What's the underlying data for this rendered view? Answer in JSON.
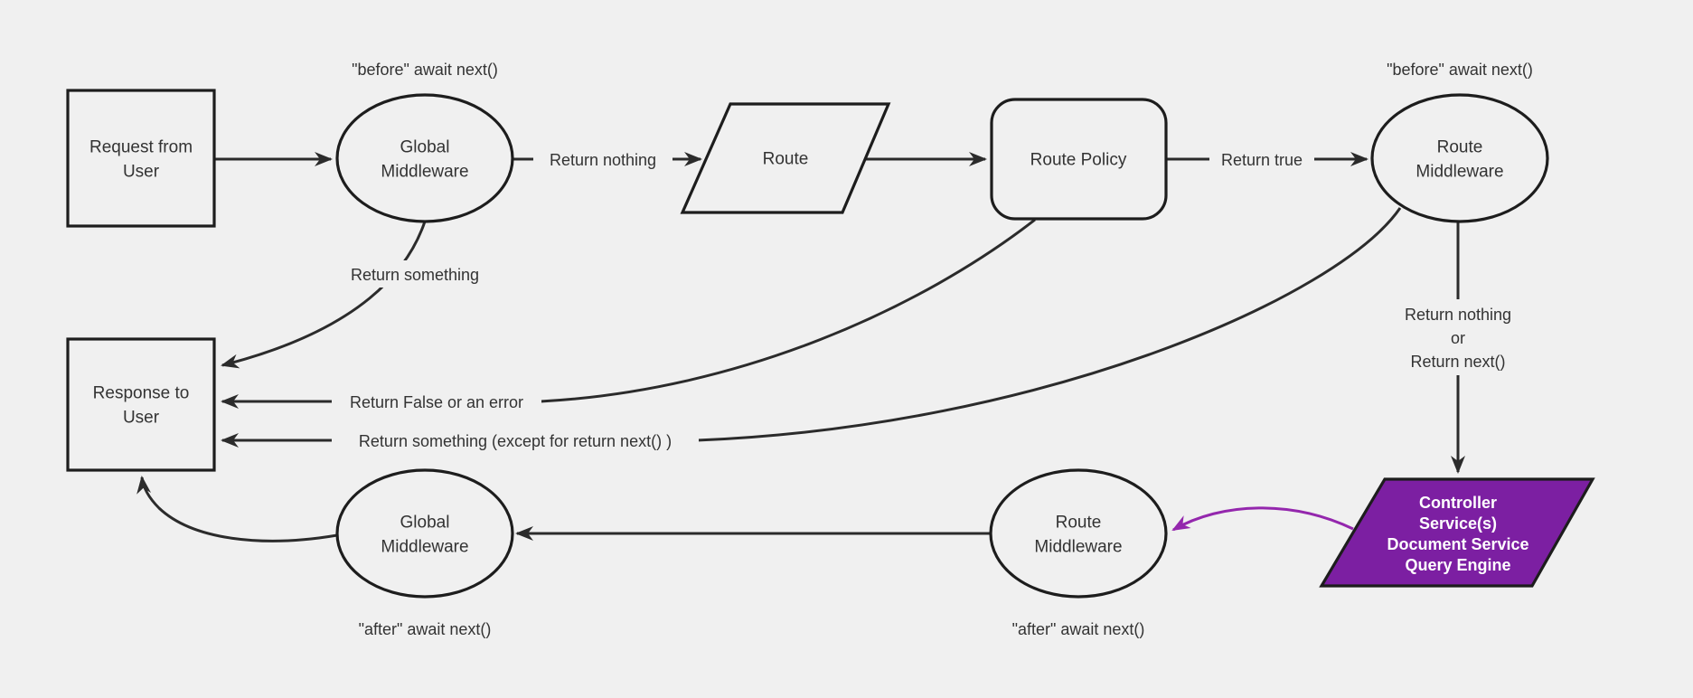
{
  "diagram": {
    "title": "request lifecycle middleware flowchart",
    "background_color": "#f0f0f0",
    "node_fill_color": "#f0f0f0",
    "stroke_color": "#1d1d1d",
    "text_color": "#333333",
    "controller_fill_color": "#7c1fa2",
    "controller_text_color": "#ffffff",
    "purple_edge_color": "#9427ad"
  },
  "nodes": {
    "request": {
      "line1": "Request from",
      "line2": "User"
    },
    "global_middleware_top": {
      "line1": "Global",
      "line2": "Middleware"
    },
    "route": {
      "label": "Route"
    },
    "route_policy": {
      "label": "Route Policy"
    },
    "route_middleware_top": {
      "line1": "Route",
      "line2": "Middleware"
    },
    "response": {
      "line1": "Response to",
      "line2": "User"
    },
    "controller": {
      "line1": "Controller",
      "line2": "Service(s)",
      "line3": "Document Service",
      "line4": "Query Engine"
    },
    "route_middleware_bottom": {
      "line1": "Route",
      "line2": "Middleware"
    },
    "global_middleware_bottom": {
      "line1": "Global",
      "line2": "Middleware"
    }
  },
  "annotations": {
    "before_await_left": "\"before\" await next()",
    "before_await_right": "\"before\" await next()",
    "after_await_left": "\"after\" await next()",
    "after_await_right": "\"after\" await next()"
  },
  "edge_labels": {
    "return_nothing": "Return nothing",
    "return_true": "Return true",
    "return_something": "Return something",
    "return_false_or_error": "Return False or an error",
    "return_something_except": "Return something (except for return next() )",
    "return_nothing_or_line1": "Return nothing",
    "return_nothing_or_line2": "or",
    "return_nothing_or_line3": "Return next()"
  }
}
